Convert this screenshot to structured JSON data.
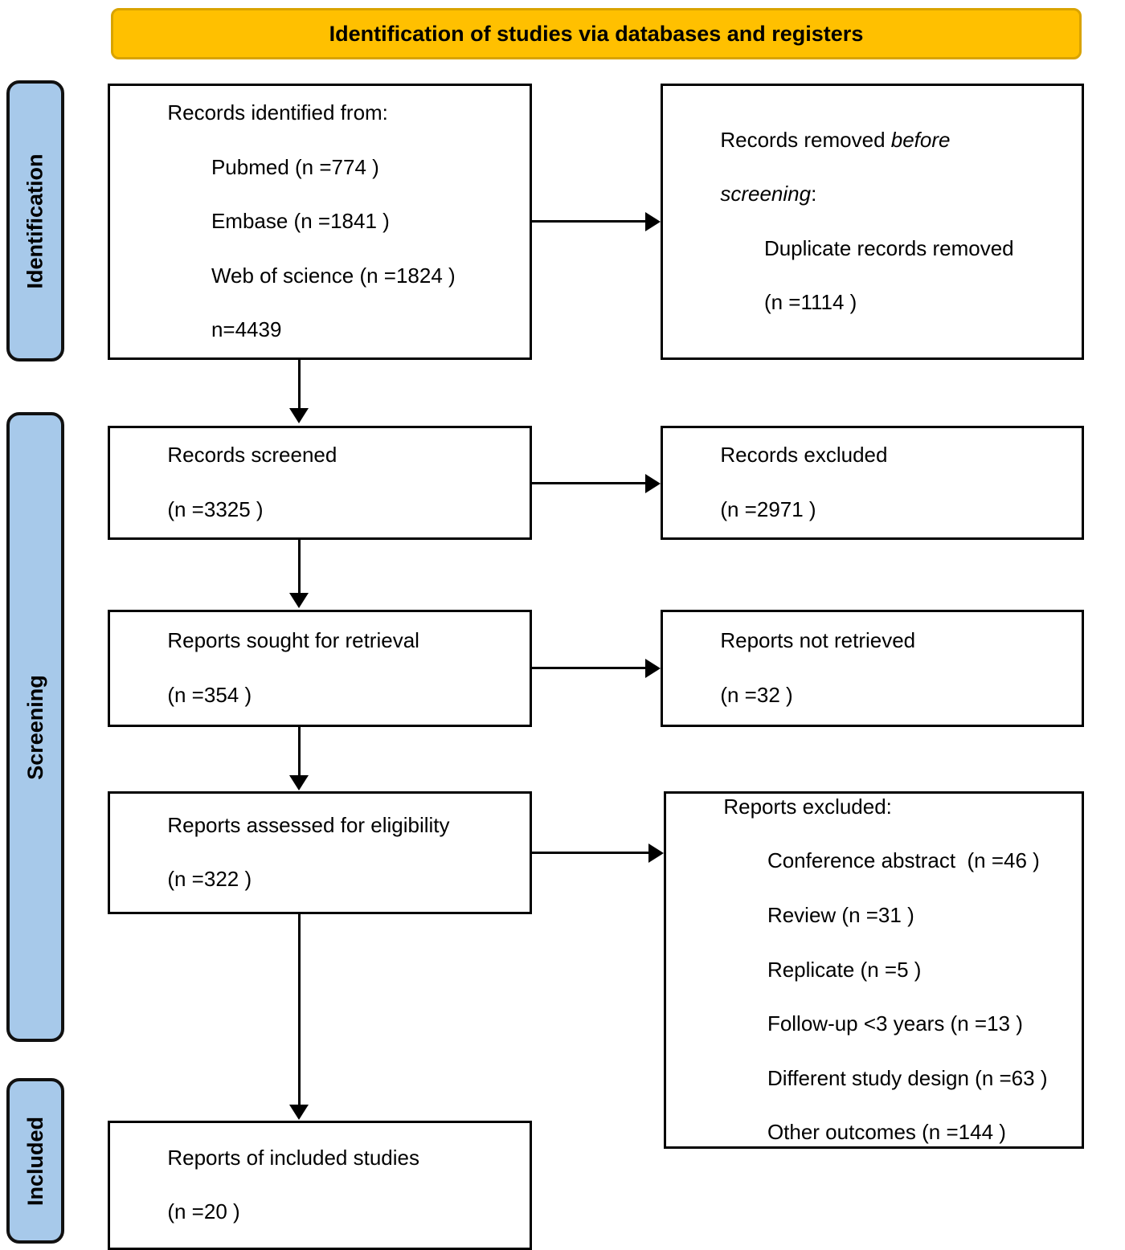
{
  "diagram": {
    "title": "Identification of studies via databases and registers",
    "accent_banner_color": "#FFC000",
    "rail_color": "#A7C9EA",
    "box_border_color": "#000000"
  },
  "phases": {
    "identification": "Identification",
    "screening": "Screening",
    "included": "Included"
  },
  "nodes": {
    "records_identified": {
      "heading": "Records identified from:",
      "sources": [
        "Pubmed (n =774 )",
        "Embase (n =1841 )",
        "Web of science (n =1824 )"
      ],
      "total": "n=4439"
    },
    "records_removed": {
      "heading_pre": "Records removed ",
      "heading_em": "before",
      "heading_em2": "screening",
      "heading_post": ":",
      "detail": "Duplicate records removed",
      "count": "(n =1114 )"
    },
    "records_screened": {
      "label": "Records screened",
      "count": "(n =3325 )"
    },
    "records_excluded": {
      "label": "Records excluded",
      "count": "(n =2971 )"
    },
    "reports_sought": {
      "label": "Reports sought for retrieval",
      "count": "(n =354 )"
    },
    "reports_not_retrieved": {
      "label": "Reports not retrieved",
      "count": "(n =32 )"
    },
    "reports_assessed": {
      "label": "Reports assessed for eligibility",
      "count": "(n =322 )"
    },
    "reports_excluded": {
      "heading": "Reports excluded:",
      "reasons": [
        "Conference abstract  (n =46 )",
        "Review (n =31 )",
        "Replicate (n =5 )",
        "Follow-up <3 years (n =13 )",
        "Different study design (n =63 )",
        "Other outcomes (n =144 )"
      ]
    },
    "reports_included": {
      "label": "Reports of included studies",
      "count": "(n =20 )"
    }
  },
  "chart_data": {
    "type": "diagram",
    "title": "Identification of studies via databases and registers",
    "flow": [
      {
        "stage": "Records identified from Pubmed",
        "n": 774
      },
      {
        "stage": "Records identified from Embase",
        "n": 1841
      },
      {
        "stage": "Records identified from Web of science",
        "n": 1824
      },
      {
        "stage": "Total records identified",
        "n": 4439
      },
      {
        "stage": "Duplicate records removed before screening",
        "n": 1114
      },
      {
        "stage": "Records screened",
        "n": 3325
      },
      {
        "stage": "Records excluded",
        "n": 2971
      },
      {
        "stage": "Reports sought for retrieval",
        "n": 354
      },
      {
        "stage": "Reports not retrieved",
        "n": 32
      },
      {
        "stage": "Reports assessed for eligibility",
        "n": 322
      },
      {
        "stage": "Reports excluded: Conference abstract",
        "n": 46
      },
      {
        "stage": "Reports excluded: Review",
        "n": 31
      },
      {
        "stage": "Reports excluded: Replicate",
        "n": 5
      },
      {
        "stage": "Reports excluded: Follow-up <3 years",
        "n": 13
      },
      {
        "stage": "Reports excluded: Different study design",
        "n": 63
      },
      {
        "stage": "Reports excluded: Other outcomes",
        "n": 144
      },
      {
        "stage": "Reports of included studies",
        "n": 20
      }
    ]
  }
}
